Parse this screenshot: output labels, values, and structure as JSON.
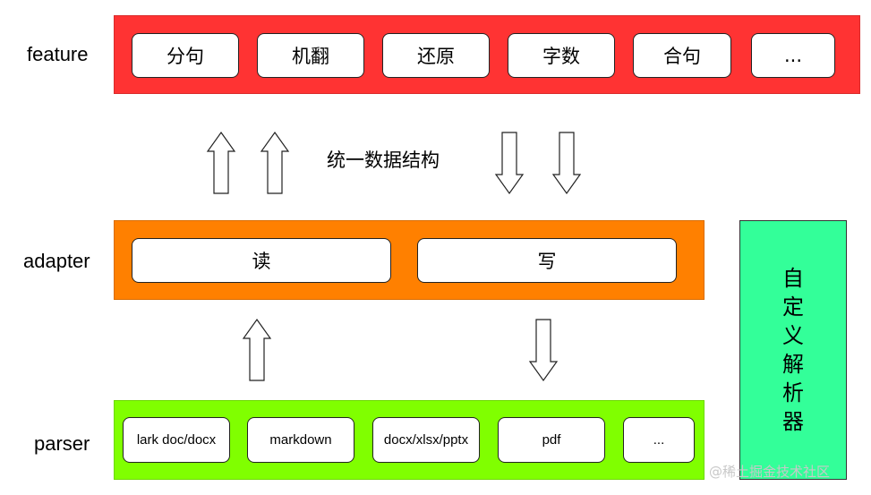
{
  "layers": {
    "feature": {
      "label": "feature",
      "items": [
        "分句",
        "机翻",
        "还原",
        "字数",
        "合句",
        "..."
      ]
    },
    "adapter": {
      "label": "adapter",
      "items": [
        "读",
        "写"
      ]
    },
    "parser": {
      "label": "parser",
      "items": [
        "lark doc/docx",
        "markdown",
        "docx/xlsx/pptx",
        "pdf",
        "..."
      ]
    }
  },
  "middle_text": "统一数据结构",
  "side_panel": {
    "chars": [
      "自",
      "定",
      "义",
      "解",
      "析",
      "器"
    ]
  },
  "watermark": "@稀土掘金技术社区",
  "colors": {
    "feature_band": "#ff3333",
    "adapter_band": "#ff8000",
    "parser_band": "#80ff00",
    "side_panel": "#33ff99"
  },
  "arrows": {
    "up": "up-arrow",
    "down": "down-arrow"
  }
}
